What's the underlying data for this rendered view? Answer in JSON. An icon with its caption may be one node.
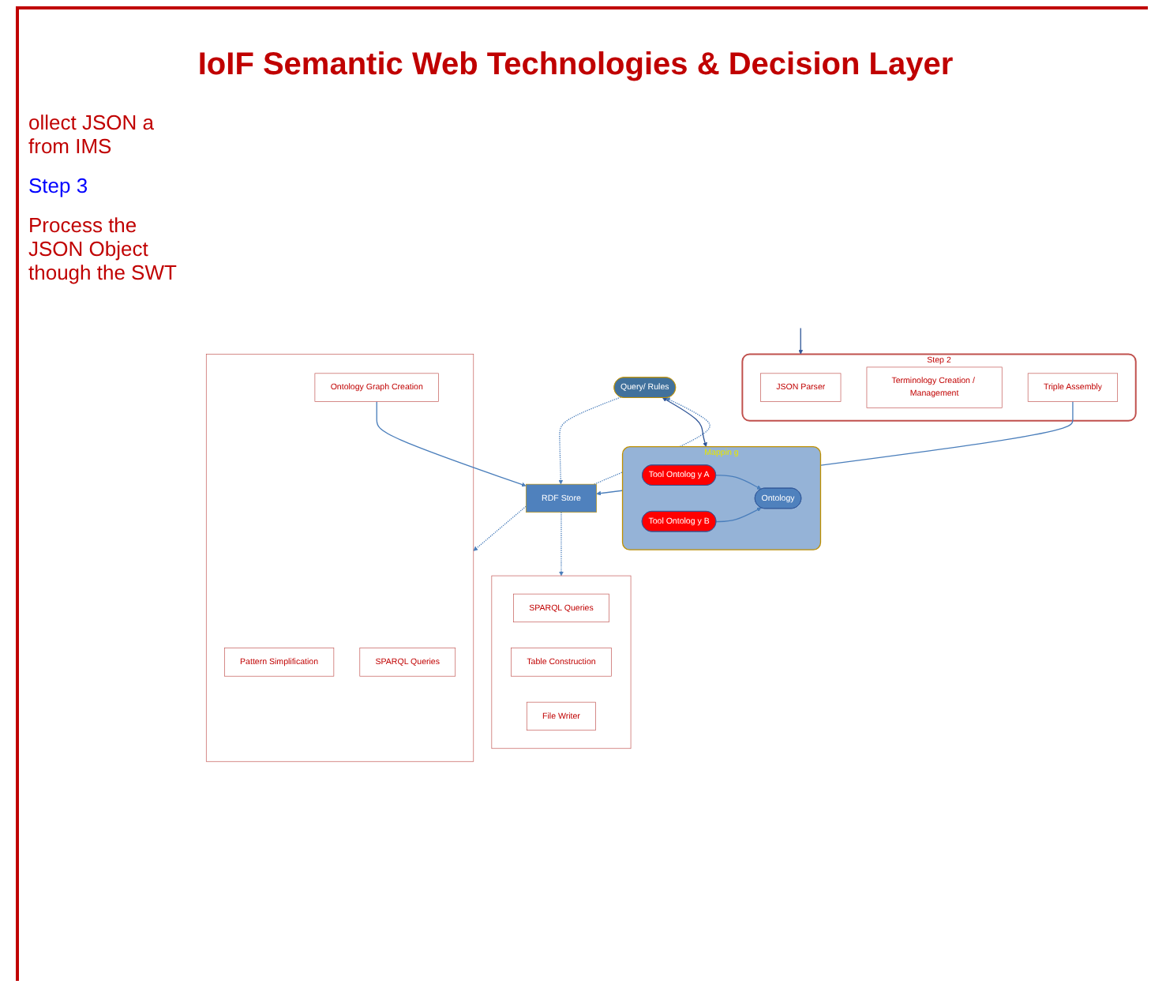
{
  "diagram": {
    "title": "IoIF Semantic Web Technologies & Decision Layer",
    "nodes": [
      {
        "text": [
          "Mappin g"
        ]
      },
      {
        "text": [
          "Ontology"
        ],
        "in": 0
      },
      {
        "text": [
          "Tool Ontolog y A"
        ],
        "in": 0
      },
      {
        "text": [
          "Tool Ontolog y B"
        ],
        "in": 0
      },
      {
        "text": [
          "Query/ Rules"
        ]
      },
      {
        "text": [
          "RDF Store"
        ]
      },
      {
        "text": [
          "Step 2"
        ]
      },
      {
        "text": [
          "JSON Parser"
        ],
        "in": 6
      },
      {
        "text": [
          "Terminology Creation / Management"
        ],
        "in": 6
      },
      {
        "text": [
          "Triple Assembly"
        ],
        "in": 6
      },
      {
        "text": [],
        "shape": "box"
      },
      {
        "text": [
          "Pattern Simplification"
        ],
        "in": 10
      },
      {
        "text": [
          "SPARQL Queries"
        ],
        "in": 10
      },
      {
        "text": [
          "Ontology Graph Creation"
        ],
        "in": 10
      },
      {
        "text": [],
        "shape": "box"
      },
      {
        "text": [
          "SPARQL Queries"
        ],
        "in": 14
      },
      {
        "text": [
          "Table Construction"
        ],
        "in": 14
      },
      {
        "text": [
          "File Writer"
        ],
        "in": 14
      }
    ],
    "edges": [
      {
        "from": 2,
        "to": 1,
        "arrow": "to"
      },
      {
        "from": 3,
        "to": 1,
        "arrow": "to"
      },
      {
        "from": 4,
        "to": 0,
        "arrow": "both",
        "color": "#2f5597"
      },
      {
        "from": 4,
        "to": 5,
        "arrow": "to",
        "style": "dashed"
      },
      {
        "from": 5,
        "to": 4,
        "arrow": "to",
        "style": "dashed"
      },
      {
        "from": 9,
        "to": 5,
        "arrow": "to"
      },
      {
        "from": 13,
        "to": 5,
        "arrow": "to"
      },
      {
        "from": 5,
        "to": 10,
        "arrow": "to",
        "style": "dashed"
      },
      {
        "from": 5,
        "to": 14,
        "arrow": "to",
        "style": "dashed"
      },
      {
        "from": null,
        "to": 6,
        "arrow": "to",
        "color": "#2f5597"
      }
    ],
    "labels": [
      "ollect JSON a from IMS",
      "Step 3",
      "Process the JSON Object though the SWT"
    ]
  }
}
